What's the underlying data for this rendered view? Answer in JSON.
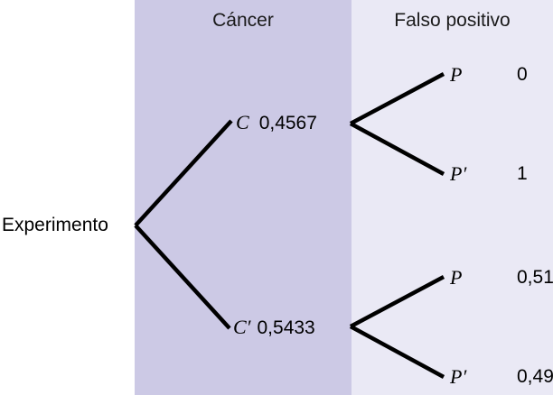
{
  "figure": {
    "type": "tree-diagram",
    "title": null,
    "background_color": "#ffffff"
  },
  "bands": {
    "cancer": {
      "header": "Cáncer",
      "color": "#ccc9e5"
    },
    "falso_positivo": {
      "header": "Falso positivo",
      "color": "#eae9f5"
    }
  },
  "root": {
    "label": "Experimento"
  },
  "nodes": [
    {
      "id": "c",
      "symbol": "C",
      "value": "0,4567",
      "children": [
        {
          "id": "c-p",
          "symbol": "P",
          "value": "0"
        },
        {
          "id": "c-pp",
          "symbol": "P′",
          "value": "1"
        }
      ]
    },
    {
      "id": "cprime",
      "symbol": "C′",
      "value": "0,5433",
      "children": [
        {
          "id": "cp-p",
          "symbol": "P",
          "value": "0,51"
        },
        {
          "id": "cp-pp",
          "symbol": "P′",
          "value": "0,49"
        }
      ]
    }
  ],
  "chart_data": {
    "type": "tree",
    "title": "",
    "columns": [
      "Cáncer",
      "Falso positivo"
    ],
    "root": "Experimento",
    "branches": [
      {
        "level1": "C",
        "level1_prob": 0.4567,
        "level1_label": "0,4567",
        "level2": [
          {
            "label": "P",
            "prob": 0,
            "prob_label": "0"
          },
          {
            "label": "P′",
            "prob": 1,
            "prob_label": "1"
          }
        ]
      },
      {
        "level1": "C′",
        "level1_prob": 0.5433,
        "level1_label": "0,5433",
        "level2": [
          {
            "label": "P",
            "prob": 0.51,
            "prob_label": "0,51"
          },
          {
            "label": "P′",
            "prob": 0.49,
            "prob_label": "0,49"
          }
        ]
      }
    ],
    "line_color": "#000000",
    "legend": "none",
    "grid": false
  }
}
